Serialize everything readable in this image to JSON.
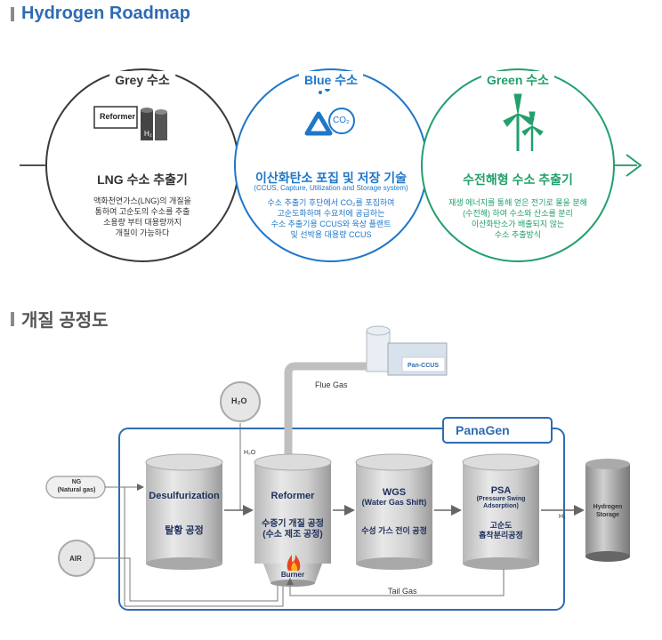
{
  "roadmap": {
    "title": "Hydrogen Roadmap",
    "grey": {
      "label": "Grey 수소",
      "icon_text": "Reformer",
      "icon_h2": "H₂",
      "title": "LNG 수소 추출기",
      "desc": [
        "액화천연가스(LNG)의 개질을",
        "통하여 고순도의 수소를 추출",
        "소용량 부터 대용량까지",
        "개질이 가능하다"
      ]
    },
    "blue": {
      "label": "Blue 수소",
      "icon_text": "CO₂",
      "title": "이산화탄소 포집 및 저장 기술",
      "sub": "(CCUS, Capture, Utilization and Storage system)",
      "desc": [
        "수소 추출기 후단에서 CO₂를 포집하여",
        "고순도화하며 수요처에 공급하는",
        "수소 추출기용 CCUS와 육상 플랜트",
        "및 선박용 대용량 CCUS"
      ]
    },
    "green": {
      "label": "Green 수소",
      "title": "수전해형 수소 추출기",
      "desc": [
        "재생 에너지를 통해 얻은 전기로 물을 분해",
        "(수전해) 하여 수소와 산소를 분리",
        "이산화탄소가 배출되지 않는",
        "수소 추출방식"
      ]
    }
  },
  "process": {
    "title": "개질 공정도",
    "brand": "PanaGen",
    "ccus_label": "Pan-CCUS",
    "flue_gas": "Flue Gas",
    "h2o_badge": "H₂O",
    "h2o_line": "H₂O",
    "ng_badge": [
      "NG",
      "(Natural gas)"
    ],
    "air_badge": "AIR",
    "tail_gas": "Tail Gas",
    "h2_line": "H₂",
    "burner": "Burner",
    "storage": [
      "Hydrogen",
      "Storage"
    ],
    "tanks": {
      "desulfurization": {
        "name": "Desulfurization",
        "korean": "탈황 공정"
      },
      "reformer": {
        "name": "Reformer",
        "korean": [
          "수증기 개질 공정",
          "(수소 제조 공정)"
        ]
      },
      "wgs": {
        "name": "WGS",
        "sub": "(Water Gas Shift)",
        "korean": "수성 가스 전이 공정"
      },
      "psa": {
        "name": "PSA",
        "sub": [
          "(Pressure Swing",
          "Adsorption)"
        ],
        "korean": [
          "고순도",
          "흡착분리공정"
        ]
      }
    }
  },
  "colors": {
    "title_blue": "#2f6bb3",
    "grey_circle": "#3a3a3a",
    "blue_circle": "#1f77c9",
    "green_circle": "#22a06b",
    "frame_blue": "#2f6bb3"
  }
}
